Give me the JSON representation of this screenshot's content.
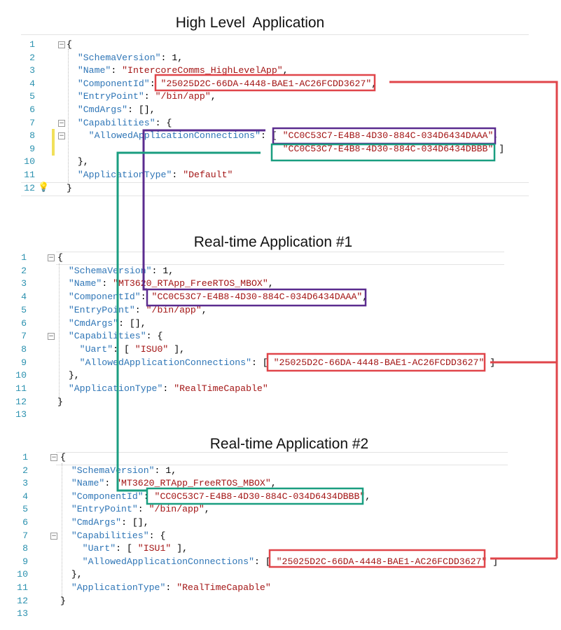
{
  "colors": {
    "link_component_high_level": "#e0454a",
    "link_rt_app_1": "#5b2c8f",
    "link_rt_app_2": "#1a9e80",
    "json_key": "#2e75b6",
    "json_string": "#a31515",
    "line_number": "#2b91af"
  },
  "blocks": [
    {
      "title": "High Level  Application",
      "lines": [
        [
          [
            "p",
            "{"
          ]
        ],
        [
          [
            "p",
            "  "
          ],
          [
            "k",
            "\"SchemaVersion\""
          ],
          [
            "p",
            ": "
          ],
          [
            "n",
            "1"
          ],
          [
            "p",
            ","
          ]
        ],
        [
          [
            "p",
            "  "
          ],
          [
            "k",
            "\"Name\""
          ],
          [
            "p",
            ": "
          ],
          [
            "s",
            "\"IntercoreComms_HighLevelApp\""
          ],
          [
            "p",
            ","
          ]
        ],
        [
          [
            "p",
            "  "
          ],
          [
            "k",
            "\"ComponentId\""
          ],
          [
            "p",
            ": "
          ],
          [
            "s",
            "\"25025D2C-66DA-4448-BAE1-AC26FCDD3627\""
          ],
          [
            "p",
            ","
          ]
        ],
        [
          [
            "p",
            "  "
          ],
          [
            "k",
            "\"EntryPoint\""
          ],
          [
            "p",
            ": "
          ],
          [
            "s",
            "\"/bin/app\""
          ],
          [
            "p",
            ","
          ]
        ],
        [
          [
            "p",
            "  "
          ],
          [
            "k",
            "\"CmdArgs\""
          ],
          [
            "p",
            ": [],"
          ]
        ],
        [
          [
            "p",
            "  "
          ],
          [
            "k",
            "\"Capabilities\""
          ],
          [
            "p",
            ": {"
          ]
        ],
        [
          [
            "p",
            "    "
          ],
          [
            "k",
            "\"AllowedApplicationConnections\""
          ],
          [
            "p",
            ": [ "
          ],
          [
            "s",
            "\"CC0C53C7-E4B8-4D30-884C-034D6434DAAA\""
          ],
          [
            "p",
            ","
          ]
        ],
        [
          [
            "p",
            "                                       "
          ],
          [
            "s",
            "\"CC0C53C7-E4B8-4D30-884C-034D6434DBBB\""
          ],
          [
            "p",
            " ]"
          ]
        ],
        [
          [
            "p",
            "  },"
          ]
        ],
        [
          [
            "p",
            "  "
          ],
          [
            "k",
            "\"ApplicationType\""
          ],
          [
            "p",
            ": "
          ],
          [
            "s",
            "\"Default\""
          ]
        ],
        [
          [
            "p",
            "}"
          ]
        ]
      ]
    },
    {
      "title": "Real-time Application #1",
      "lines": [
        [
          [
            "p",
            "{"
          ]
        ],
        [
          [
            "p",
            "  "
          ],
          [
            "k",
            "\"SchemaVersion\""
          ],
          [
            "p",
            ": "
          ],
          [
            "n",
            "1"
          ],
          [
            "p",
            ","
          ]
        ],
        [
          [
            "p",
            "  "
          ],
          [
            "k",
            "\"Name\""
          ],
          [
            "p",
            ": "
          ],
          [
            "s",
            "\"MT3620_RTApp_FreeRTOS_MBOX\""
          ],
          [
            "p",
            ","
          ]
        ],
        [
          [
            "p",
            "  "
          ],
          [
            "k",
            "\"ComponentId\""
          ],
          [
            "p",
            ": "
          ],
          [
            "s",
            "\"CC0C53C7-E4B8-4D30-884C-034D6434DAAA\""
          ],
          [
            "p",
            ","
          ]
        ],
        [
          [
            "p",
            "  "
          ],
          [
            "k",
            "\"EntryPoint\""
          ],
          [
            "p",
            ": "
          ],
          [
            "s",
            "\"/bin/app\""
          ],
          [
            "p",
            ","
          ]
        ],
        [
          [
            "p",
            "  "
          ],
          [
            "k",
            "\"CmdArgs\""
          ],
          [
            "p",
            ": [],"
          ]
        ],
        [
          [
            "p",
            "  "
          ],
          [
            "k",
            "\"Capabilities\""
          ],
          [
            "p",
            ": {"
          ]
        ],
        [
          [
            "p",
            "    "
          ],
          [
            "k",
            "\"Uart\""
          ],
          [
            "p",
            ": [ "
          ],
          [
            "s",
            "\"ISU0\""
          ],
          [
            "p",
            " ],"
          ]
        ],
        [
          [
            "p",
            "    "
          ],
          [
            "k",
            "\"AllowedApplicationConnections\""
          ],
          [
            "p",
            ": [ "
          ],
          [
            "s",
            "\"25025D2C-66DA-4448-BAE1-AC26FCDD3627\""
          ],
          [
            "p",
            " ]"
          ]
        ],
        [
          [
            "p",
            "  },"
          ]
        ],
        [
          [
            "p",
            "  "
          ],
          [
            "k",
            "\"ApplicationType\""
          ],
          [
            "p",
            ": "
          ],
          [
            "s",
            "\"RealTimeCapable\""
          ]
        ],
        [
          [
            "p",
            "}"
          ]
        ],
        []
      ]
    },
    {
      "title": "Real-time Application #2",
      "lines": [
        [
          [
            "p",
            "{"
          ]
        ],
        [
          [
            "p",
            "  "
          ],
          [
            "k",
            "\"SchemaVersion\""
          ],
          [
            "p",
            ": "
          ],
          [
            "n",
            "1"
          ],
          [
            "p",
            ","
          ]
        ],
        [
          [
            "p",
            "  "
          ],
          [
            "k",
            "\"Name\""
          ],
          [
            "p",
            ": "
          ],
          [
            "s",
            "\"MT3620_RTApp_FreeRTOS_MBOX\""
          ],
          [
            "p",
            ","
          ]
        ],
        [
          [
            "p",
            "  "
          ],
          [
            "k",
            "\"ComponentId\""
          ],
          [
            "p",
            ": "
          ],
          [
            "s",
            "\"CC0C53C7-E4B8-4D30-884C-034D6434DBBB\""
          ],
          [
            "p",
            ","
          ]
        ],
        [
          [
            "p",
            "  "
          ],
          [
            "k",
            "\"EntryPoint\""
          ],
          [
            "p",
            ": "
          ],
          [
            "s",
            "\"/bin/app\""
          ],
          [
            "p",
            ","
          ]
        ],
        [
          [
            "p",
            "  "
          ],
          [
            "k",
            "\"CmdArgs\""
          ],
          [
            "p",
            ": [],"
          ]
        ],
        [
          [
            "p",
            "  "
          ],
          [
            "k",
            "\"Capabilities\""
          ],
          [
            "p",
            ": {"
          ]
        ],
        [
          [
            "p",
            "    "
          ],
          [
            "k",
            "\"Uart\""
          ],
          [
            "p",
            ": [ "
          ],
          [
            "s",
            "\"ISU1\""
          ],
          [
            "p",
            " ],"
          ]
        ],
        [
          [
            "p",
            "    "
          ],
          [
            "k",
            "\"AllowedApplicationConnections\""
          ],
          [
            "p",
            ": [ "
          ],
          [
            "s",
            "\"25025D2C-66DA-4448-BAE1-AC26FCDD3627\""
          ],
          [
            "p",
            " ]"
          ]
        ],
        [
          [
            "p",
            "  },"
          ]
        ],
        [
          [
            "p",
            "  "
          ],
          [
            "k",
            "\"ApplicationType\""
          ],
          [
            "p",
            ": "
          ],
          [
            "s",
            "\"RealTimeCapable\""
          ]
        ],
        [
          [
            "p",
            "}"
          ]
        ],
        []
      ]
    }
  ]
}
